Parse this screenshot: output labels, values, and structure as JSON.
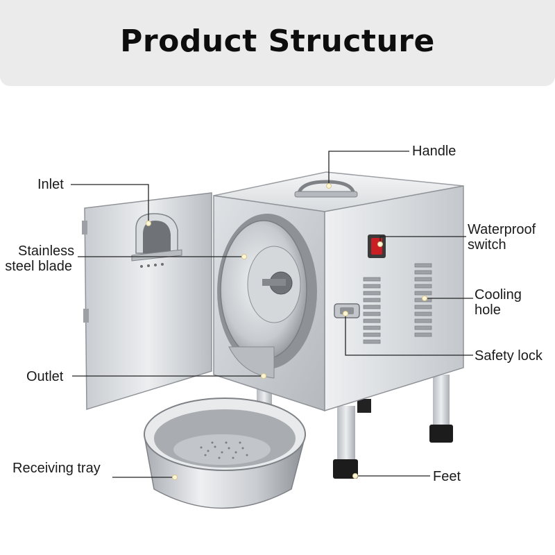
{
  "header": {
    "title": "Product Structure"
  },
  "colors": {
    "banner": "#ebebeb",
    "title": "#0d0d0d",
    "steel_light": "#e4e6e8",
    "steel_dark": "#9a9ea3",
    "switch": "#c81e24"
  },
  "labels": {
    "handle": "Handle",
    "inlet": "Inlet",
    "blade_line1": "Stainless",
    "blade_line2": "steel blade",
    "switch_line1": "Waterproof",
    "switch_line2": "switch",
    "cooling_line1": "Cooling",
    "cooling_line2": "hole",
    "safety_lock": "Safety lock",
    "outlet": "Outlet",
    "receiving_tray": "Receiving tray",
    "feet": "Feet"
  }
}
